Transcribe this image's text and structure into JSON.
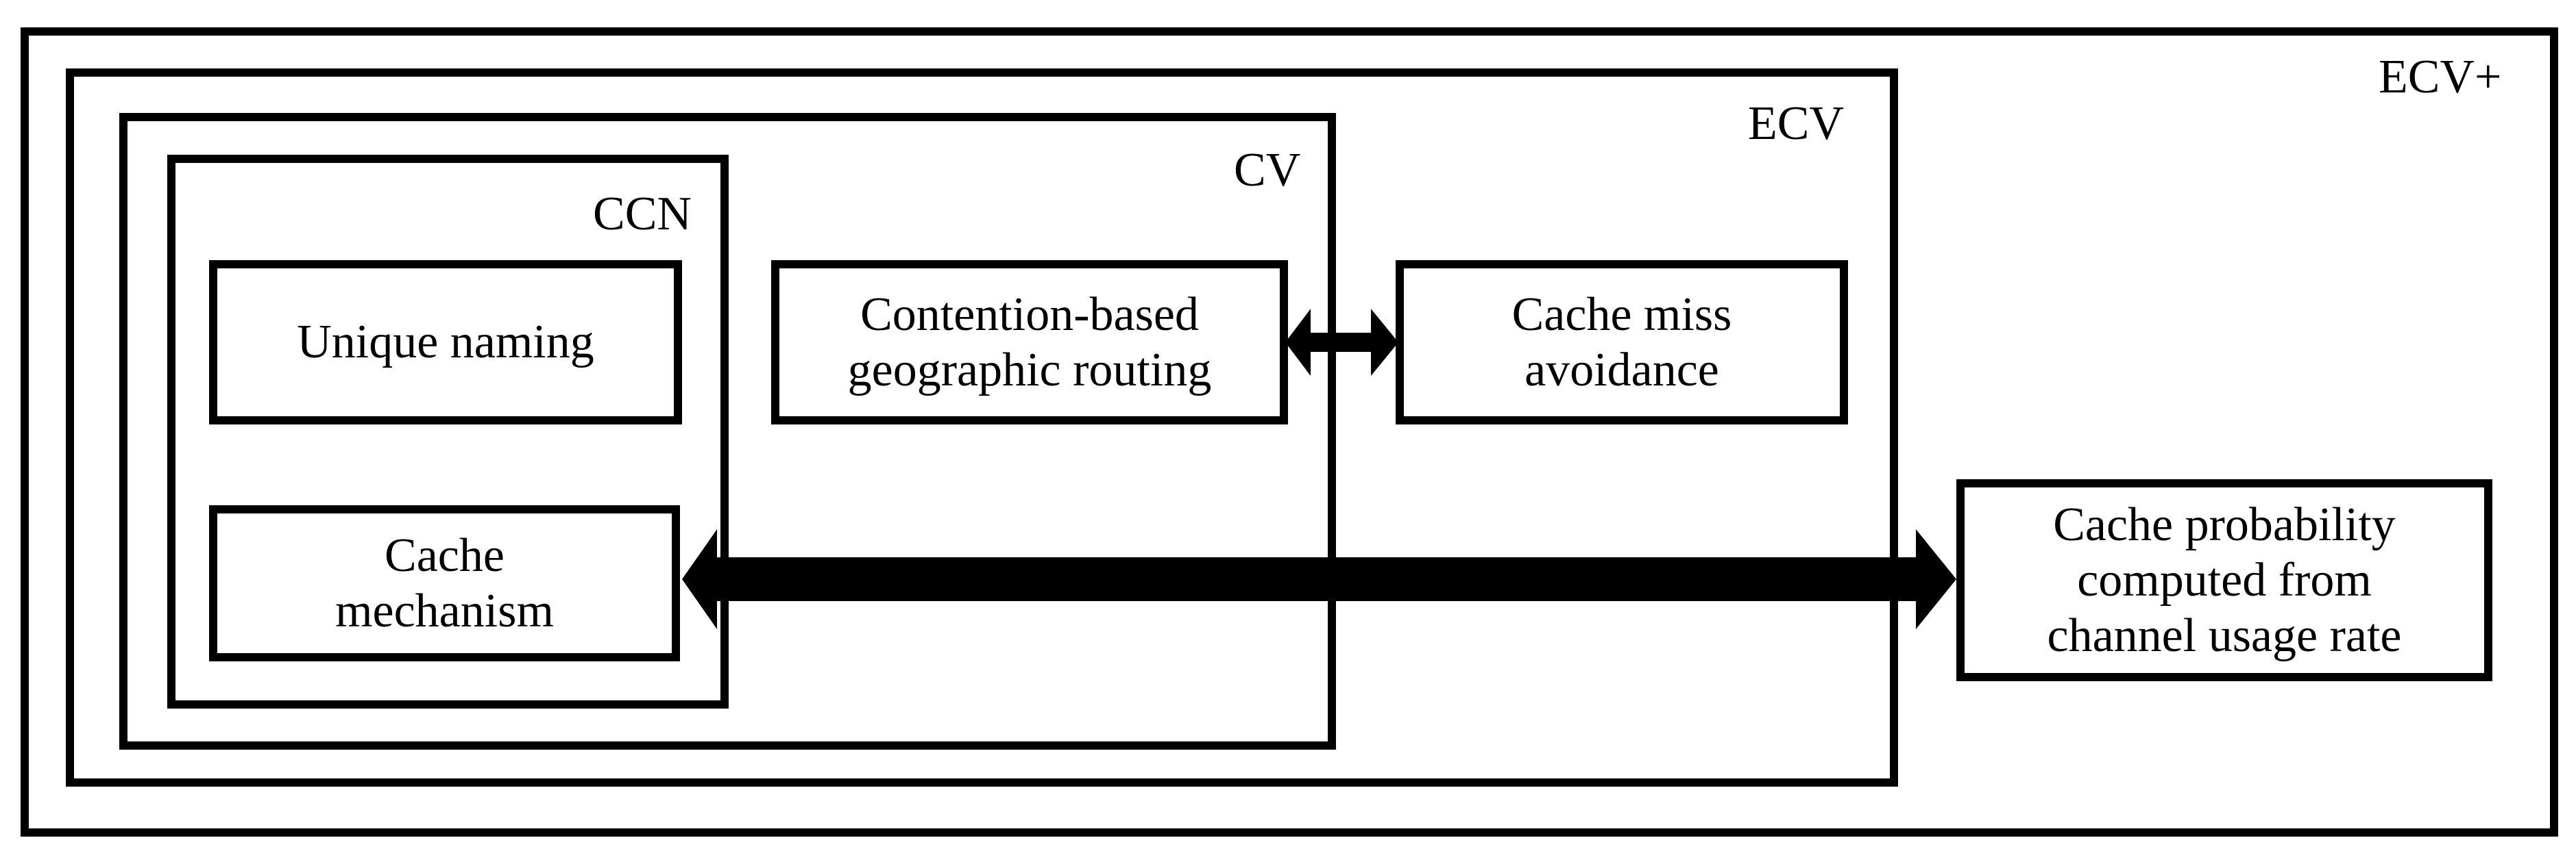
{
  "layers": {
    "ecv_plus": "ECV+",
    "ecv": "ECV",
    "cv": "CV",
    "ccn": "CCN"
  },
  "nodes": {
    "unique_naming": [
      "Unique naming"
    ],
    "cache_mechanism": [
      "Cache",
      "mechanism"
    ],
    "geo_routing": [
      "Contention-based",
      "geographic routing"
    ],
    "cache_miss": [
      "Cache miss",
      "avoidance"
    ],
    "cache_probability": [
      "Cache probability",
      "computed from",
      "channel usage rate"
    ]
  },
  "arrows": [
    {
      "from": "geo_routing",
      "to": "cache_miss",
      "direction": "bidirectional"
    },
    {
      "from": "cache_mechanism",
      "to": "cache_probability",
      "direction": "bidirectional"
    }
  ]
}
